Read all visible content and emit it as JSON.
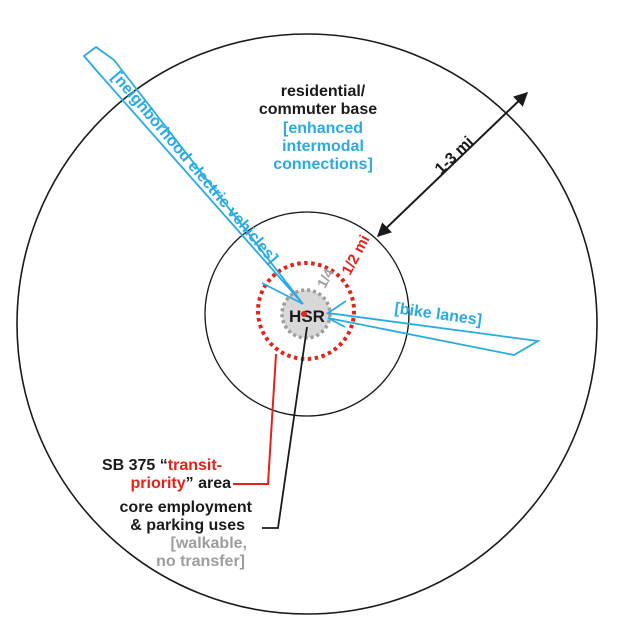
{
  "colors": {
    "black": "#1a1a1a",
    "blue": "#29abe2",
    "red": "#e2231a",
    "gray": "#9d9d9d",
    "halo": "#d8d8d8"
  },
  "center": {
    "label": "HSR"
  },
  "outer_ring": {
    "title_line1": "residential/",
    "title_line2": "commuter base",
    "sub_line1": "[enhanced",
    "sub_line2": "intermodal",
    "sub_line3": "connections]",
    "radius_label": "1-3 mi"
  },
  "half_mile_ring": {
    "label": "1/2 mi"
  },
  "quarter_mile_ring": {
    "label": "1/4"
  },
  "mi_suffix": "mi",
  "nev_route": {
    "label": "[neighborhood electric vehicles]"
  },
  "bike_route": {
    "label": "[bike lanes]"
  },
  "transit_priority": {
    "line1_prefix": "SB 375 “",
    "line1_red": "transit-",
    "line2_red": "priority",
    "line2_suffix": "” area"
  },
  "core": {
    "line1": "core employment",
    "line2": "& parking uses",
    "sub_line1": "[walkable,",
    "sub_line2": "no transfer]"
  }
}
